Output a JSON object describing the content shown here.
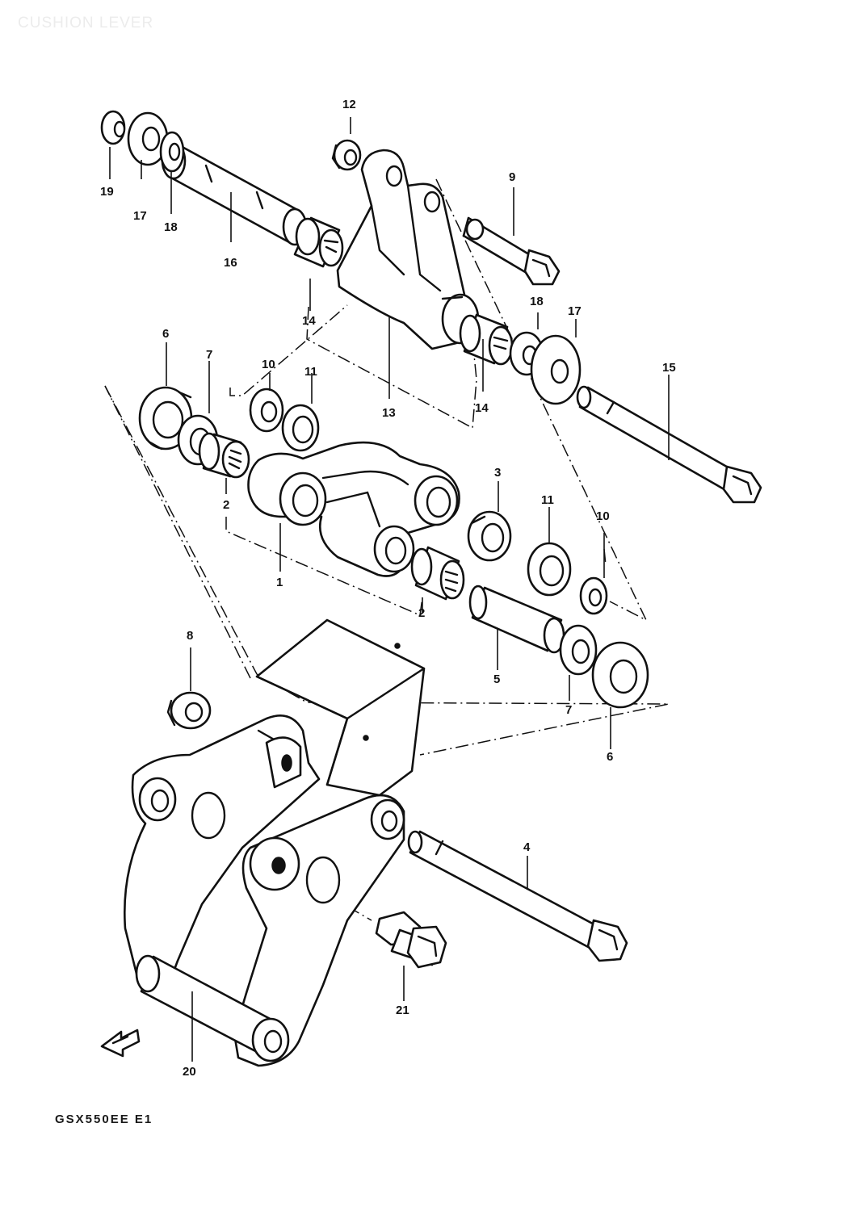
{
  "diagram": {
    "title": "CUSHION LEVER",
    "model_code": "GSX550EE E1"
  },
  "parts": {
    "p1": "1",
    "p2": "2",
    "p3": "3",
    "p4": "4",
    "p5": "5",
    "p6": "6",
    "p7": "7",
    "p8": "8",
    "p9": "9",
    "p10": "10",
    "p11": "11",
    "p12": "12",
    "p13": "13",
    "p14": "14",
    "p15": "15",
    "p16": "16",
    "p17": "17",
    "p18": "18",
    "p19": "19",
    "p20": "20",
    "p21": "21"
  },
  "icons": {
    "front_arrow": "front-arrow-icon"
  }
}
